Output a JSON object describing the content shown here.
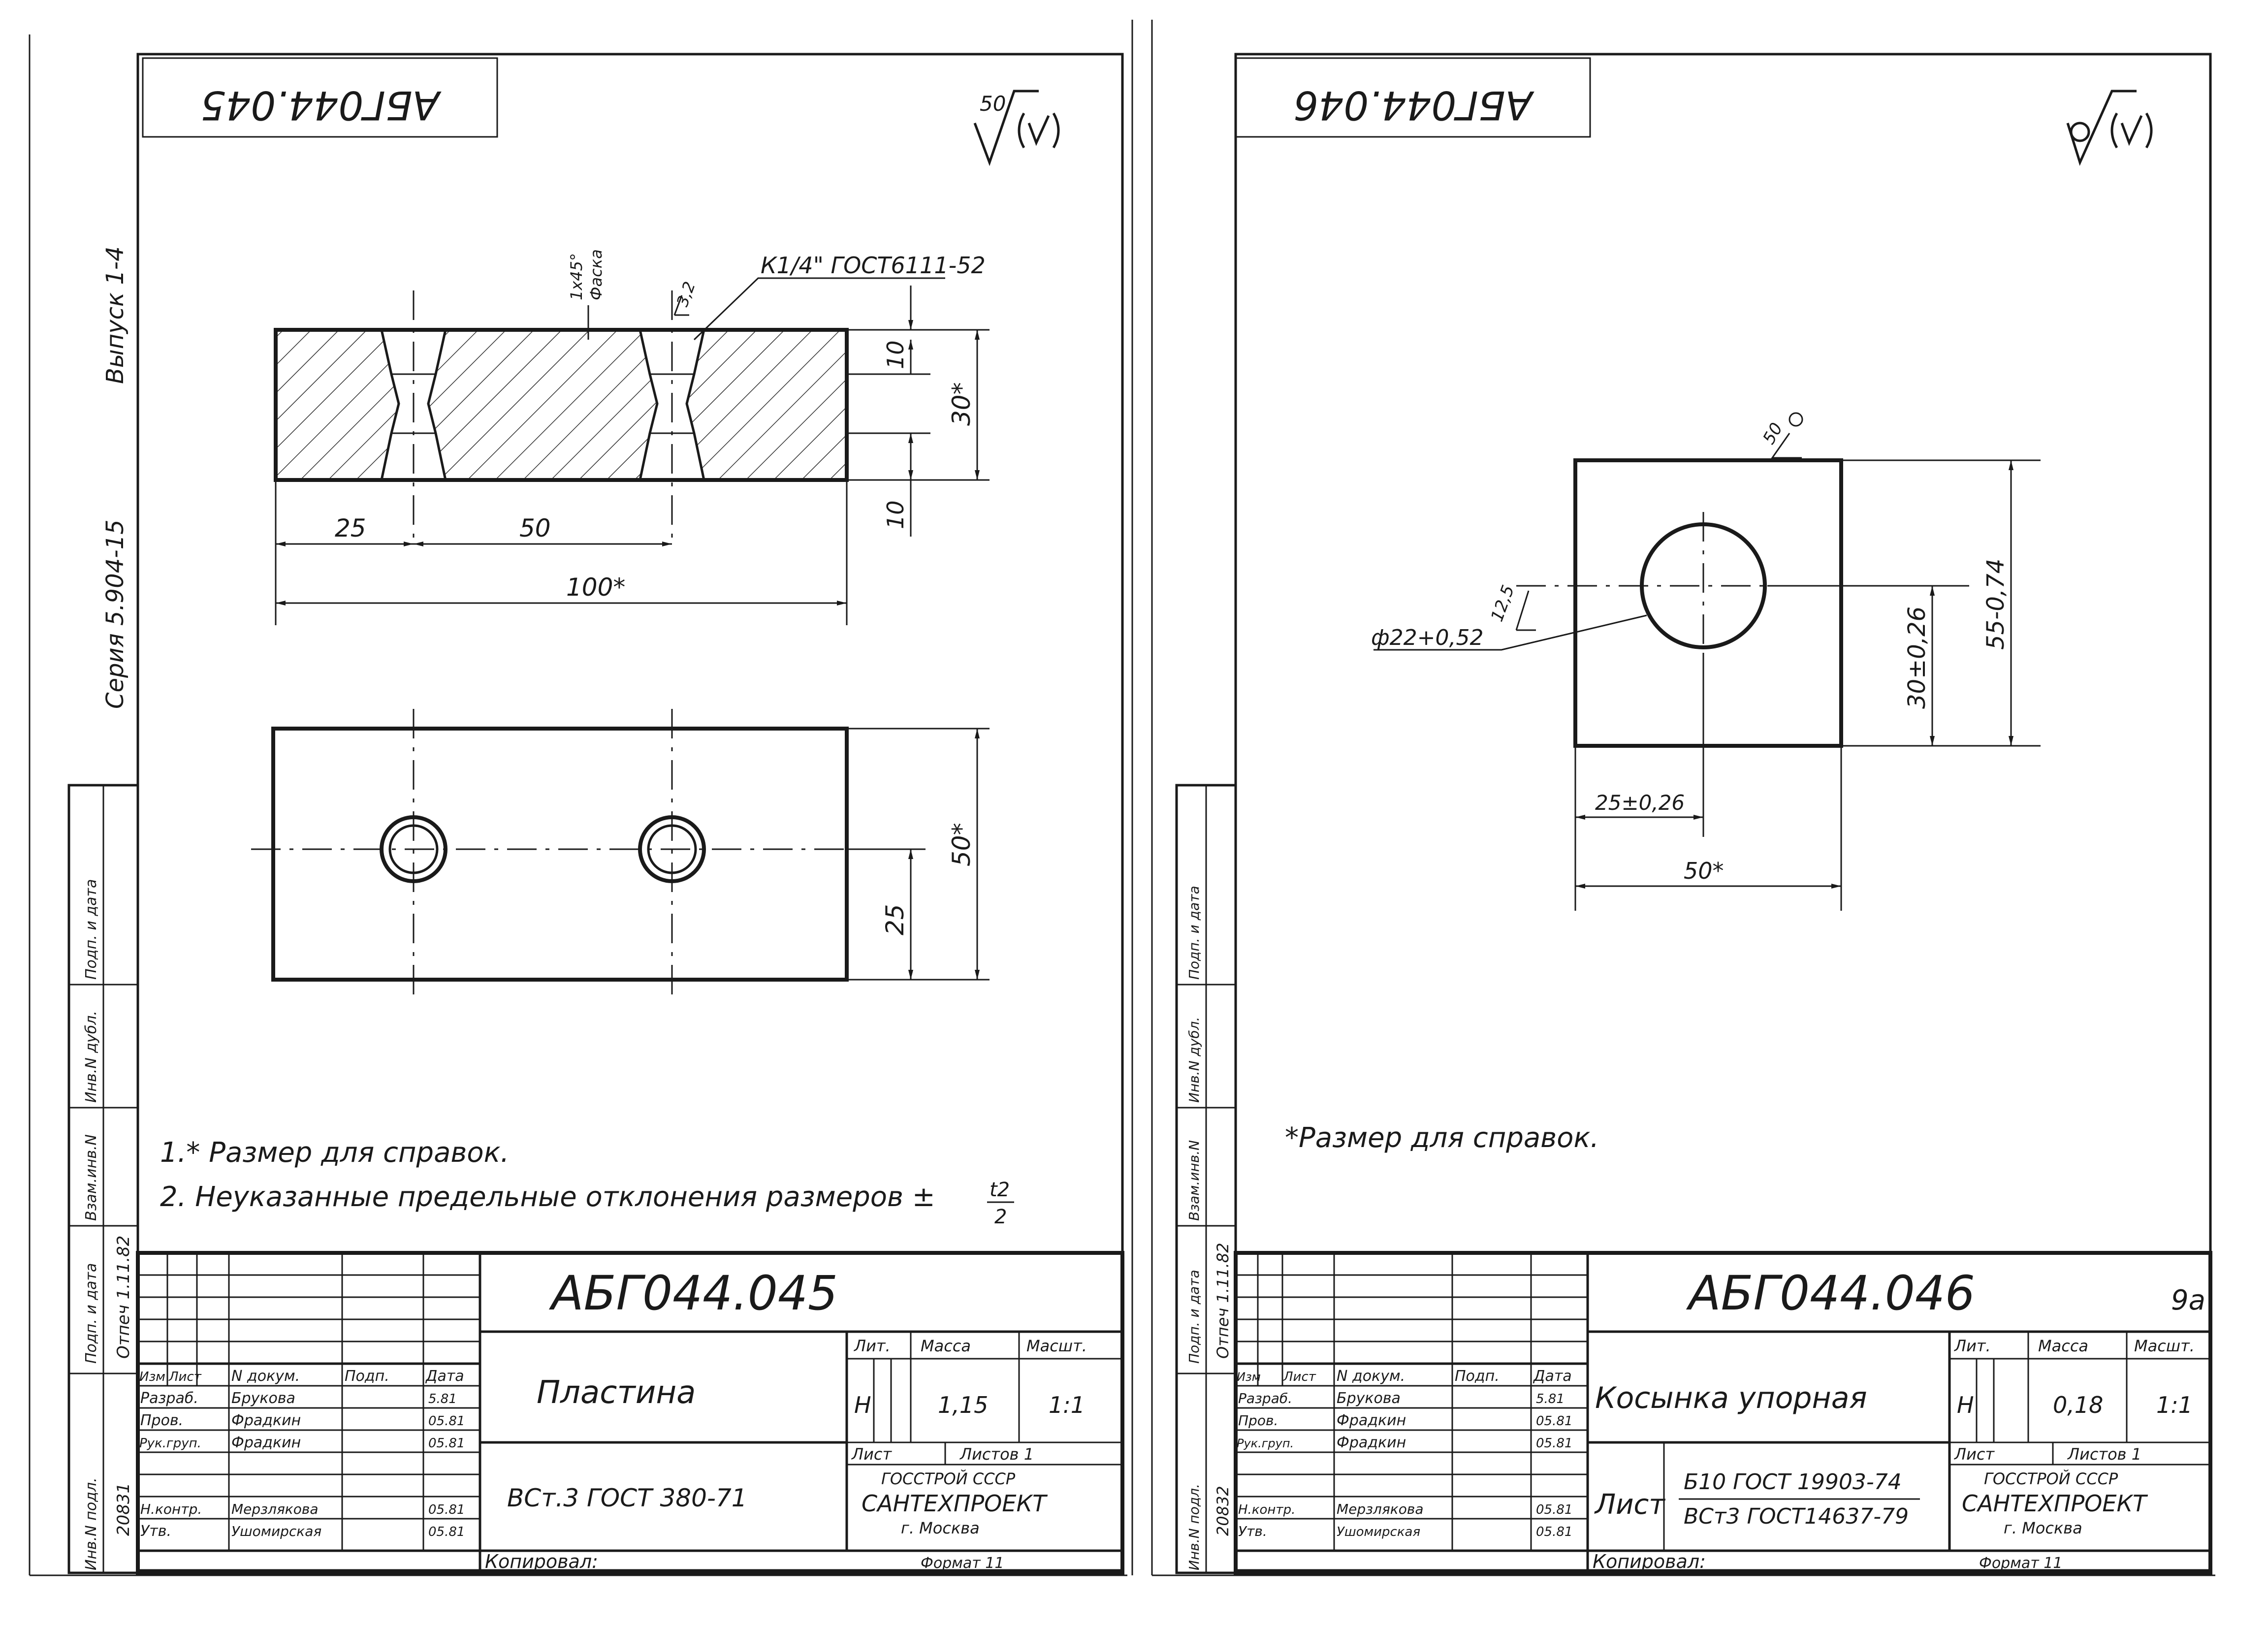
{
  "left_sheet": {
    "stamp_code": "АБГ044.045",
    "roughness": "50",
    "series_label": "Серия 5.904-15",
    "issue_label": "Выпуск 1-4",
    "callout_chamfer": "1х45°",
    "callout_chamfer_word": "Фаска",
    "callout_roughness": "3,2",
    "callout_thread": "К1/4\" ГОСТ6111-52",
    "dims": {
      "top": "10",
      "bottom": "10",
      "height": "30*",
      "left": "25",
      "pitch": "50",
      "length": "100*",
      "width": "50*",
      "half": "25"
    },
    "notes": [
      "1.* Размер для справок.",
      "2. Неуказанные предельные отклонения размеров ±"
    ],
    "note_fraction_num": "t2",
    "note_fraction_den": "2",
    "side_labels": [
      "Инв.N подл.",
      "Подп. и дата",
      "Взам.инв.N",
      "Инв.N дубл.",
      "Подп. и дата"
    ],
    "side_values": [
      "20831",
      "Отпеч 1.11.82"
    ],
    "title_block": {
      "code": "АБГ044.045",
      "name": "Пластина",
      "material": "ВСт.3 ГОСТ 380-71",
      "lit_header": "Лит.",
      "mass_header": "Масса",
      "scale_header": "Масшт.",
      "lit_value": "Н",
      "mass_value": "1,15",
      "scale_value": "1:1",
      "sheet_label": "Лист",
      "sheets_label": "Листов 1",
      "org_line1": "ГОССТРОЙ СССР",
      "org_line2": "САНТЕХПРОЕКТ",
      "org_line3": "г. Москва",
      "copied": "Копировал:",
      "format": "Формат 11",
      "header": [
        "Изм",
        "Лист",
        "N докум.",
        "Подп.",
        "Дата"
      ],
      "rows": [
        [
          "Разраб.",
          "Брукова",
          "",
          "5.81"
        ],
        [
          "Пров.",
          "Фрадкин",
          "",
          "05.81"
        ],
        [
          "Рук.груп.",
          "Фрадкин",
          "",
          "05.81"
        ],
        [
          "Н.контр.",
          "Мерзлякова",
          "",
          "05.81"
        ],
        [
          "Утв.",
          "Ушомирская",
          "",
          "05.81"
        ]
      ]
    }
  },
  "right_sheet": {
    "stamp_code": "АБГ044.046",
    "roughness_callout": "50",
    "hole_dia": "ф22+0,52",
    "hole_roughness": "12,5",
    "dims": {
      "hole_v": "30±0,26",
      "height": "55-0,74",
      "hole_h": "25±0,26",
      "width": "50*"
    },
    "note": "*Размер для справок.",
    "side_labels": [
      "Инв.N подл.",
      "Подп. и дата",
      "Взам.инв.N",
      "Инв.N дубл.",
      "Подп. и дата"
    ],
    "side_values": [
      "20832",
      "Отпеч 1.11.82"
    ],
    "title_block": {
      "code": "АБГ044.046",
      "corner_mark": "9а",
      "name": "Косынка упорная",
      "list_word": "Лист",
      "material_line1": "Б10 ГОСТ 19903-74",
      "material_line2": "ВСт3 ГОСТ14637-79",
      "lit_header": "Лит.",
      "mass_header": "Масса",
      "scale_header": "Масшт.",
      "lit_value": "Н",
      "mass_value": "0,18",
      "scale_value": "1:1",
      "sheet_label": "Лист",
      "sheets_label": "Листов 1",
      "org_line1": "ГОССТРОЙ СССР",
      "org_line2": "САНТЕХПРОЕКТ",
      "org_line3": "г. Москва",
      "copied": "Копировал:",
      "format": "Формат 11",
      "header": [
        "Изм",
        "Лист",
        "N докум.",
        "Подп.",
        "Дата"
      ],
      "rows": [
        [
          "Разраб.",
          "Брукова",
          "",
          "5.81"
        ],
        [
          "Пров.",
          "Фрадкин",
          "",
          "05.81"
        ],
        [
          "Рук.груп.",
          "Фрадкин",
          "",
          "05.81"
        ],
        [
          "Н.контр.",
          "Мерзлякова",
          "",
          "05.81"
        ],
        [
          "Утв.",
          "Ушомирская",
          "",
          "05.81"
        ]
      ]
    }
  }
}
